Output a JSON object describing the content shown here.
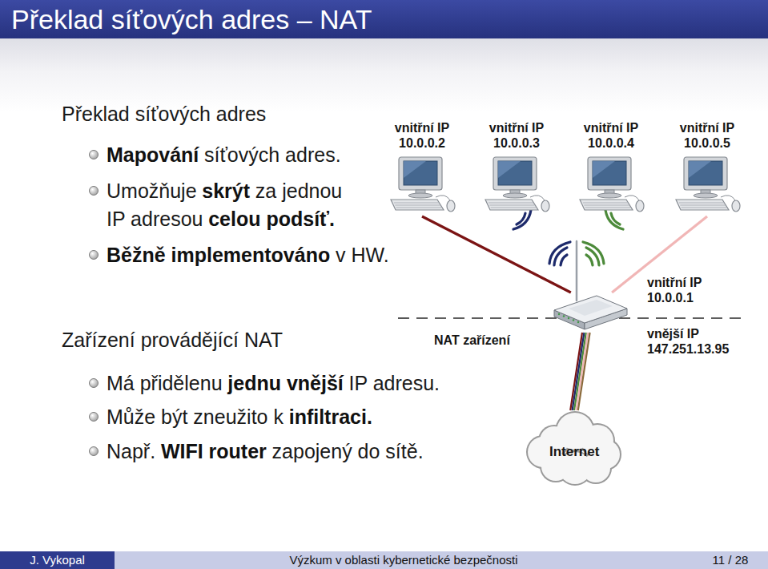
{
  "diagram": {
    "title": "Překlad síťových adres – NAT",
    "nodes": [
      {
        "text": [
          "vnitřní IP 10.0.0.2"
        ]
      },
      {
        "text": [
          "vnitřní IP 10.0.0.3"
        ]
      },
      {
        "text": [
          "vnitřní IP 10.0.0.4"
        ]
      },
      {
        "text": [
          "vnitřní IP 10.0.0.5"
        ]
      },
      {
        "text": [
          "vnitřní IP 10.0.0.1",
          "NAT zařízení",
          "vnější IP 147.251.13.95"
        ]
      },
      {
        "text": [
          "Internet"
        ]
      }
    ],
    "edges": [
      {
        "from": 0,
        "to": 4,
        "arrow": "none"
      },
      {
        "from": 3,
        "to": 4,
        "arrow": "none"
      },
      {
        "from": 4,
        "to": 5,
        "arrow": "none"
      }
    ],
    "labels": [
      "Překlad síťových adres",
      "Mapování",
      "síťových adres.",
      "Umožňuje",
      "skrýt",
      "za jednou",
      "IP adresou",
      "celou podsíť.",
      "Běžně implementováno",
      "v HW.",
      "Zařízení provádějící NAT",
      "Má přidělenu",
      "jednu vnější",
      "IP adresu.",
      "Může být zneužito k",
      "infiltraci.",
      "Např.",
      "WIFI router",
      "zapojený do sítě.",
      "J. Vykopal",
      "Výzkum v oblasti kybernetické bezpečnosti",
      "11 / 28"
    ]
  }
}
